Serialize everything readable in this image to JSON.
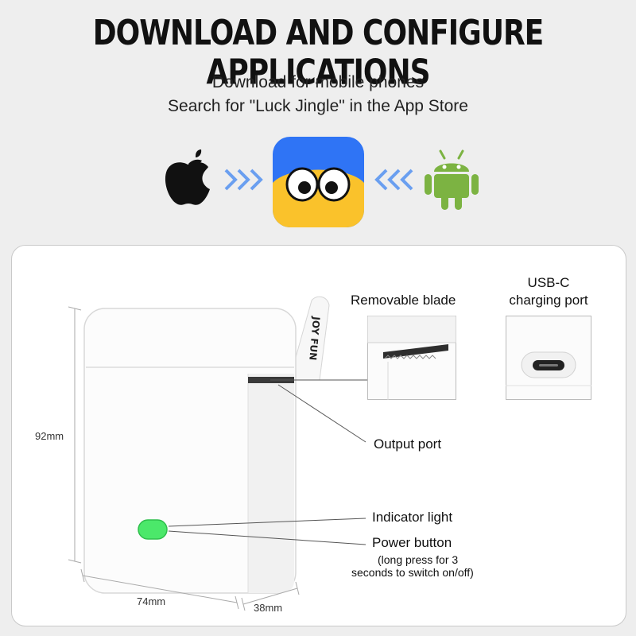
{
  "title": "DOWNLOAD AND CONFIGURE APPLICATIONS",
  "subtitle_line1": "Download for mobile phones",
  "subtitle_line2": "Search for \"Luck Jingle\" in the App Store",
  "icons": {
    "left": "apple-logo-icon",
    "center": "luck-jingle-app-icon",
    "right": "android-logo-icon",
    "arrow_color": "#6a9ff0",
    "android_color": "#7cb342",
    "app_color": "#2f74f5"
  },
  "callouts": {
    "removable_blade": "Removable blade",
    "usb_line1": "USB-C",
    "usb_line2": "charging port",
    "output_port": "Output port",
    "indicator_light": "Indicator light",
    "power_button": "Power button",
    "power_note_line1": "(long press for 3",
    "power_note_line2": "seconds to switch on/off)"
  },
  "dimensions": {
    "height": "92mm",
    "width": "74mm",
    "depth": "38mm"
  },
  "indicator_color": "#4be86a"
}
